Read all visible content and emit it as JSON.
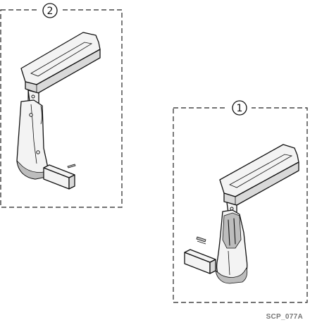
{
  "callouts": {
    "armrest_2": "2",
    "armrest_1": "1"
  },
  "drawing_code": "SCP_077A"
}
